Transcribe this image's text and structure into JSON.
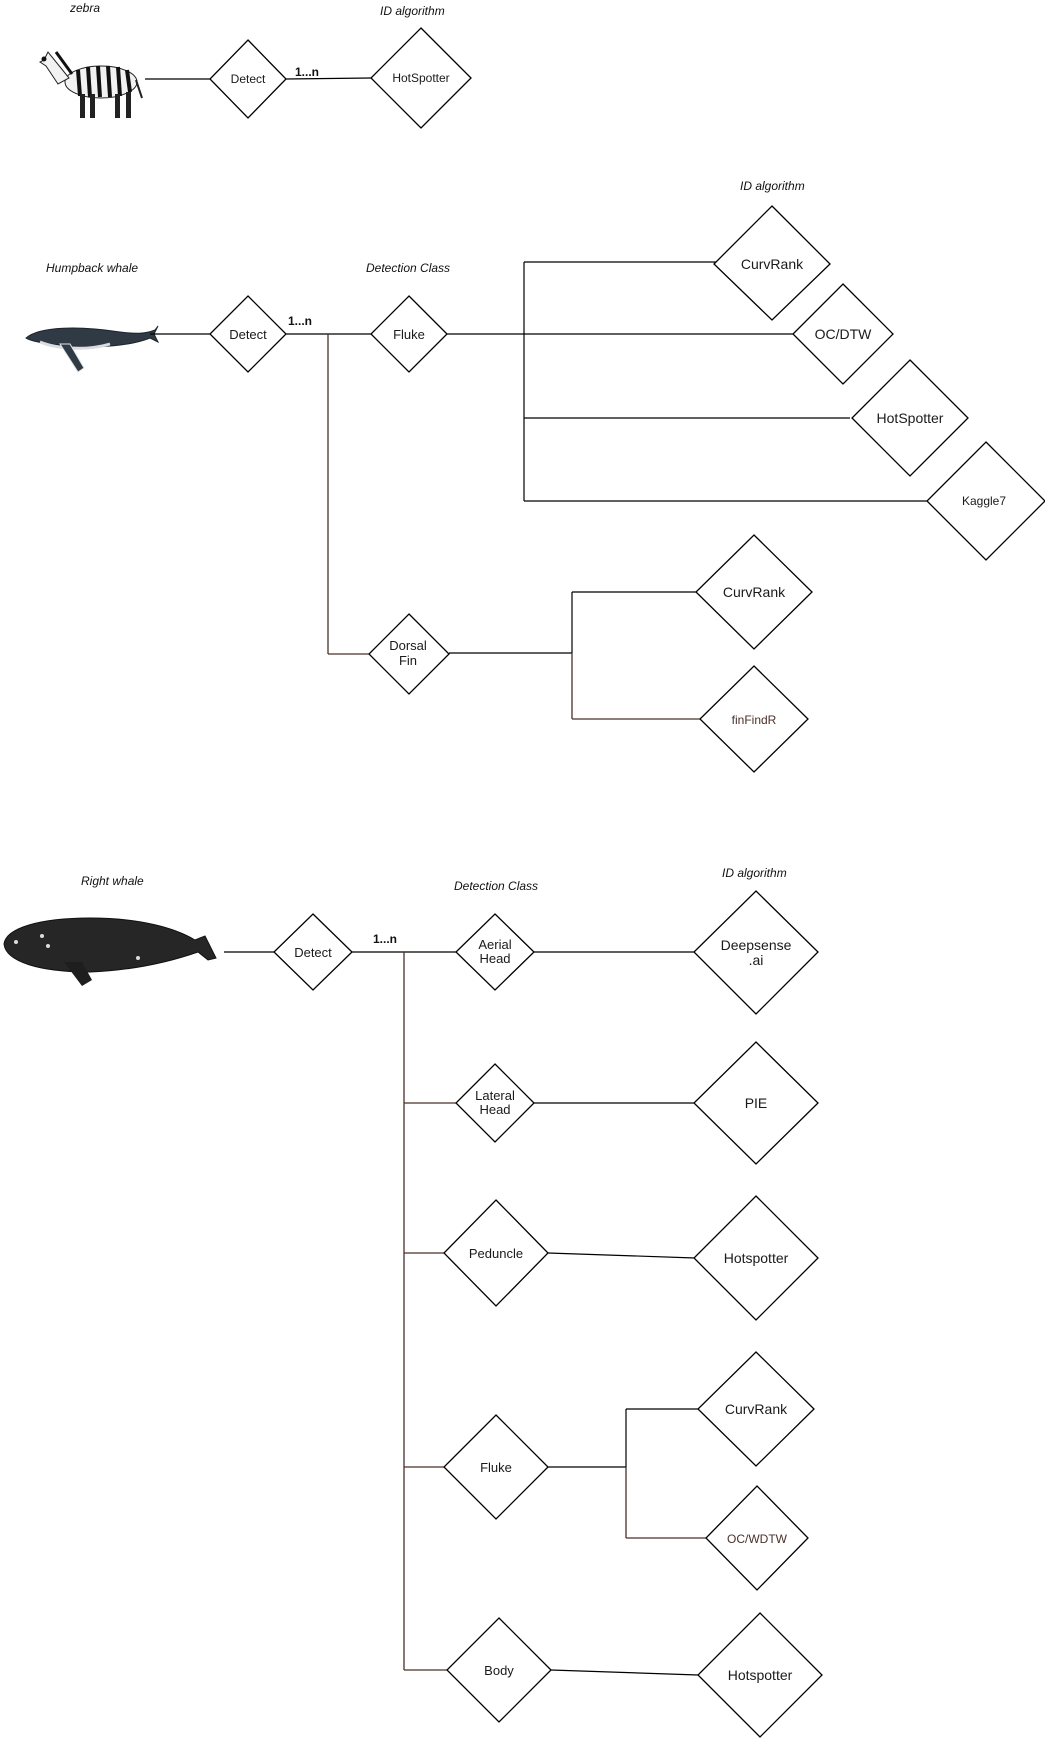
{
  "zebra": {
    "caption": "zebra",
    "id_caption": "ID algorithm",
    "detect": "Detect",
    "multiplicity": "1...n",
    "algorithm": "HotSpotter"
  },
  "humpback": {
    "caption": "Humpback whale",
    "class_caption": "Detection Class",
    "id_caption": "ID algorithm",
    "detect": "Detect",
    "multiplicity": "1...n",
    "classes": [
      {
        "name": [
          "Fluke"
        ],
        "algorithms": [
          "CurvRank",
          "OC/DTW",
          "HotSpotter",
          "Kaggle7"
        ]
      },
      {
        "name": [
          "Dorsal",
          "Fin"
        ],
        "algorithms": [
          "CurvRank",
          "finFindR"
        ]
      }
    ]
  },
  "right_whale": {
    "caption": "Right whale",
    "class_caption": "Detection Class",
    "id_caption": "ID algorithm",
    "detect": "Detect",
    "multiplicity": "1...n",
    "classes": [
      {
        "name": [
          "Aerial",
          "Head"
        ],
        "algorithms": [
          [
            "Deepsense",
            ".ai"
          ]
        ]
      },
      {
        "name": [
          "Lateral",
          "Head"
        ],
        "algorithms": [
          [
            "PIE"
          ]
        ]
      },
      {
        "name": [
          "Peduncle"
        ],
        "algorithms": [
          [
            "Hotspotter"
          ]
        ]
      },
      {
        "name": [
          "Fluke"
        ],
        "algorithms": [
          [
            "CurvRank"
          ],
          [
            "OC/WDTW"
          ]
        ]
      },
      {
        "name": [
          "Body"
        ],
        "algorithms": [
          [
            "Hotspotter"
          ]
        ]
      }
    ]
  },
  "colors": {
    "line": "#000000",
    "branch_line": "#4a3028",
    "alt_text": "#4a3028"
  }
}
